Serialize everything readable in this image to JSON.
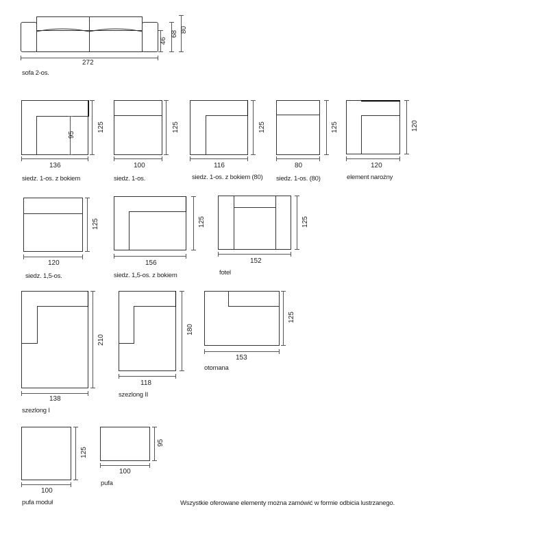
{
  "sofa": {
    "label": "sofa 2-os.",
    "width": "272",
    "h1": "46",
    "h2": "68",
    "h3": "80"
  },
  "modules": [
    {
      "id": "m1",
      "label": "siedz. 1-os. z bokiem",
      "width": "136",
      "height": "125",
      "inner": "95"
    },
    {
      "id": "m2",
      "label": "siedz. 1-os.",
      "width": "100",
      "height": "125"
    },
    {
      "id": "m3",
      "label": "siedz. 1-os. z bokiem (80)",
      "width": "116",
      "height": "125"
    },
    {
      "id": "m4",
      "label": "siedz. 1-os. (80)",
      "width": "80",
      "height": "125"
    },
    {
      "id": "m5",
      "label": "element narożny",
      "width": "120",
      "height": "120"
    },
    {
      "id": "m6",
      "label": "siedz. 1,5-os.",
      "width": "120",
      "height": "125"
    },
    {
      "id": "m7",
      "label": "siedz. 1,5-os. z bokiem",
      "width": "156",
      "height": "125"
    },
    {
      "id": "m8",
      "label": "fotel",
      "width": "152",
      "height": "125"
    },
    {
      "id": "m9",
      "label": "szezlong I",
      "width": "138",
      "height": "210"
    },
    {
      "id": "m10",
      "label": "szezlong II",
      "width": "118",
      "height": "180"
    },
    {
      "id": "m11",
      "label": "otomana",
      "width": "153",
      "height": "125"
    },
    {
      "id": "m12",
      "label": "pufa moduł",
      "width": "100",
      "height": "125"
    },
    {
      "id": "m13",
      "label": "pufa",
      "width": "100",
      "height": "95"
    }
  ],
  "note": "Wszystkie oferowane elementy można zamówić w formie odbicia lustrzanego."
}
